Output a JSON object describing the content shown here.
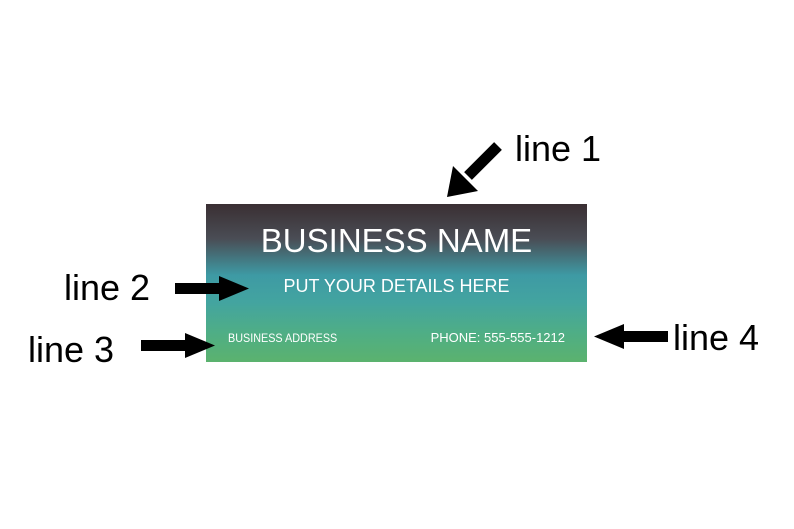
{
  "sign": {
    "title": "BUSINESS NAME",
    "subtitle": "PUT YOUR DETAILS HERE",
    "address": "BUSINESS ADDRESS",
    "phone": "PHONE: 555-555-1212"
  },
  "callouts": {
    "line1": "line 1",
    "line2": "line 2",
    "line3": "line 3",
    "line4": "line 4"
  },
  "icons": {
    "arrow": "arrow-icon"
  },
  "colors": {
    "gradient_top": "#3a2f33",
    "gradient_mid": "#43a4a0",
    "gradient_bottom": "#5bb26e",
    "text_on_sign": "#ffffff",
    "arrow": "#000000"
  }
}
